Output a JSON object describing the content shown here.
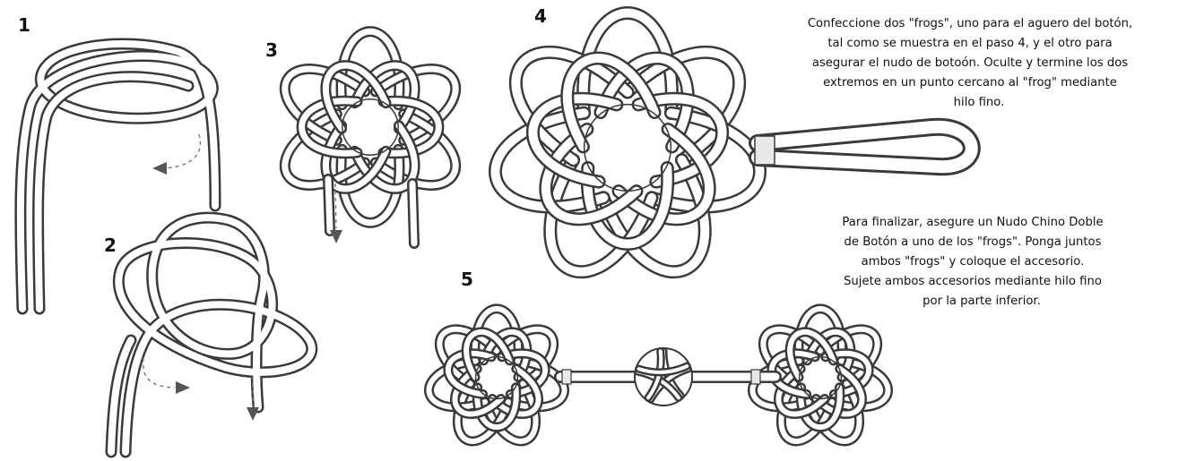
{
  "steps": {
    "s1": "1",
    "s2": "2",
    "s3": "3",
    "s4": "4",
    "s5": "5"
  },
  "captions": {
    "top": [
      "Confeccione dos \"frogs\",  uno para el aguero del botón,",
      "tal como se muestra en el paso 4,  y el otro para",
      "asegurar el nudo de botoón.  Oculte y termine los dos",
      "extremos en un punto cercano al \"frog\" mediante",
      "hilo fino."
    ],
    "bottom": [
      "Para finalizar,  asegure un Nudo Chino Doble",
      "de Botón a uno de los \"frogs\".  Ponga juntos",
      "ambos \"frogs\" y coloque el accesorio.",
      "Sujete ambos accesorios mediante hilo fino",
      "por la parte inferior."
    ]
  },
  "colors": {
    "ink": "#3a3a3a",
    "cord": "#ffffff",
    "dash": "#777777"
  }
}
